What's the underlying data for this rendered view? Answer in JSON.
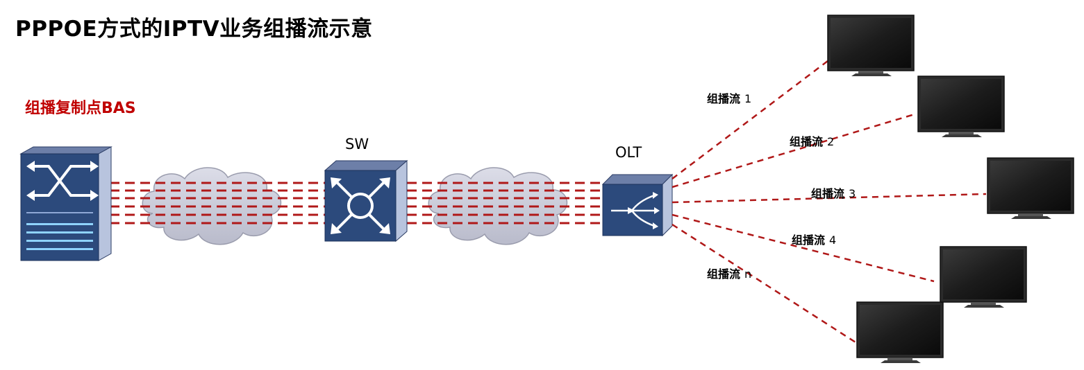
{
  "title": "PPPOE方式的IPTV业务组播流示意",
  "replication_point_label": "组播复制点BAS",
  "devices": {
    "bas": {
      "icon": "router-switch-icon"
    },
    "sw": {
      "label": "SW",
      "icon": "switch-icon"
    },
    "olt": {
      "label": "OLT",
      "icon": "olt-splitter-icon"
    }
  },
  "streams": [
    {
      "label": "组播流",
      "index": "1"
    },
    {
      "label": "组播流",
      "index": "2"
    },
    {
      "label": "组播流",
      "index": "3"
    },
    {
      "label": "组播流",
      "index": "4"
    },
    {
      "label": "组播流",
      "index": "n"
    }
  ],
  "colors": {
    "accent_red": "#c00000",
    "device_blue": "#2c4a7c",
    "cloud_gray": "#c9cbd8",
    "stream_line": "#b01818"
  }
}
